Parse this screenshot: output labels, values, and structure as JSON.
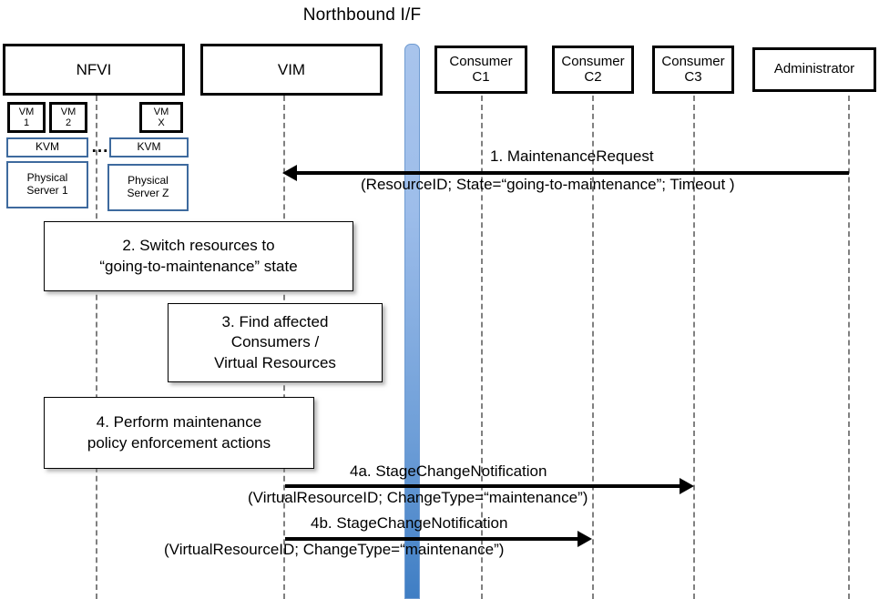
{
  "diagram": {
    "title": "Northbound I/F",
    "accent_color": "#6f9fd8",
    "lifeline_color": "#808080",
    "block_border_color": "#3E6A9E"
  },
  "actors": [
    {
      "id": "nfvi",
      "label": "NFVI"
    },
    {
      "id": "vim",
      "label": "VIM"
    },
    {
      "id": "c1",
      "label": "Consumer\nC1",
      "line1": "Consumer",
      "line2": "C1"
    },
    {
      "id": "c2",
      "label": "Consumer\nC2",
      "line1": "Consumer",
      "line2": "C2"
    },
    {
      "id": "c3",
      "label": "Consumer\nC3",
      "line1": "Consumer",
      "line2": "C3"
    },
    {
      "id": "admin",
      "label": "Administrator"
    }
  ],
  "nfvi_internals": {
    "host_left": {
      "vms": [
        {
          "line1": "VM",
          "line2": "1"
        },
        {
          "line1": "VM",
          "line2": "2"
        }
      ],
      "hypervisor": "KVM",
      "server_line1": "Physical",
      "server_line2": "Server 1"
    },
    "separator": "...",
    "host_right": {
      "vms": [
        {
          "line1": "VM",
          "line2": "X"
        }
      ],
      "hypervisor": "KVM",
      "server_line1": "Physical",
      "server_line2": "Server Z"
    }
  },
  "process_boxes": [
    {
      "id": "step2",
      "line1": "2. Switch resources to",
      "line2": "“going-to-maintenance” state"
    },
    {
      "id": "step3",
      "line1": "3. Find affected",
      "line2": "Consumers /",
      "line3": "Virtual Resources"
    },
    {
      "id": "step4",
      "line1": "4. Perform maintenance",
      "line2": "policy enforcement actions"
    }
  ],
  "messages": [
    {
      "id": "msg1",
      "number": "1.",
      "name": "MaintenanceRequest",
      "title": "1.    MaintenanceRequest",
      "params": "(ResourceID; State=“going-to-maintenance”; Timeout )",
      "from": "admin",
      "to": "vim",
      "direction": "left"
    },
    {
      "id": "msg4a",
      "number": "4a.",
      "name": "StageChangeNotification",
      "title": "4a. StageChangeNotification",
      "params": "(VirtualResourceID; ChangeType=“maintenance”)",
      "from": "vim",
      "to": "c3",
      "direction": "right"
    },
    {
      "id": "msg4b",
      "number": "4b.",
      "name": "StageChangeNotification",
      "title": "4b. StageChangeNotification",
      "params": "(VirtualResourceID; ChangeType=“maintenance”)",
      "from": "vim",
      "to": "c2",
      "direction": "right"
    }
  ]
}
